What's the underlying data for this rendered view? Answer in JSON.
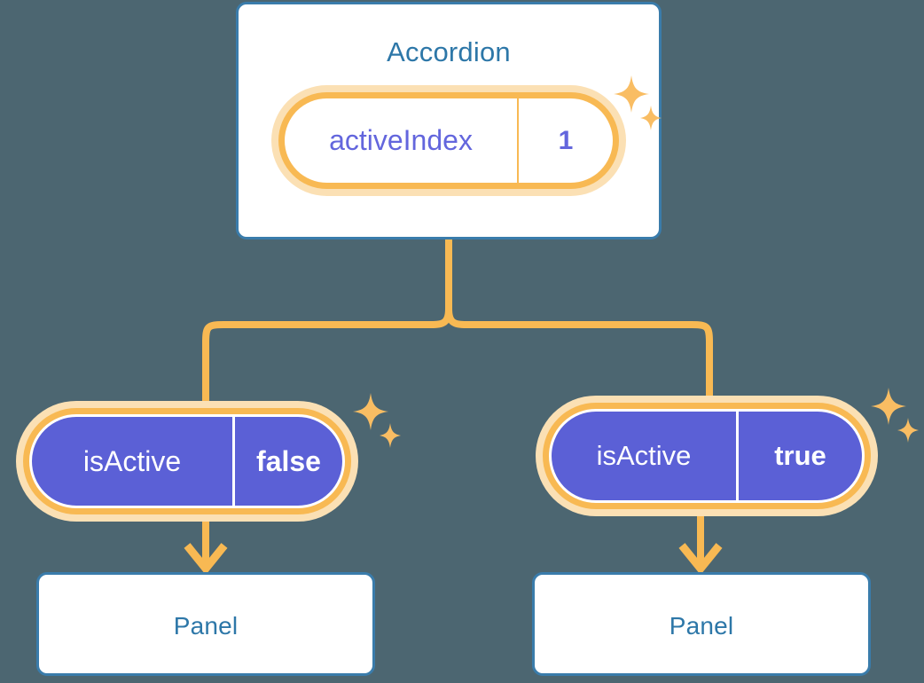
{
  "diagram": {
    "type": "component-state-tree",
    "background_color": "#4c6671",
    "accent_colors": {
      "card_border": "#3a7cab",
      "card_title_text": "#2d77a8",
      "pill_ring": "#f8b953",
      "pill_halo": "#fbe0b4",
      "pill_purple_fill": "#5b60d6",
      "pill_white_text": "#6366dd",
      "connector": "#f8b953"
    }
  },
  "root": {
    "title": "Accordion",
    "state": {
      "key": "activeIndex",
      "value": "1"
    }
  },
  "children": [
    {
      "state": {
        "key": "isActive",
        "value": "false"
      },
      "panel_title": "Panel"
    },
    {
      "state": {
        "key": "isActive",
        "value": "true"
      },
      "panel_title": "Panel"
    }
  ],
  "icons": {
    "sparkle_large": "sparkle-icon",
    "sparkle_small": "sparkle-small-icon",
    "arrow": "arrow-down-icon"
  }
}
